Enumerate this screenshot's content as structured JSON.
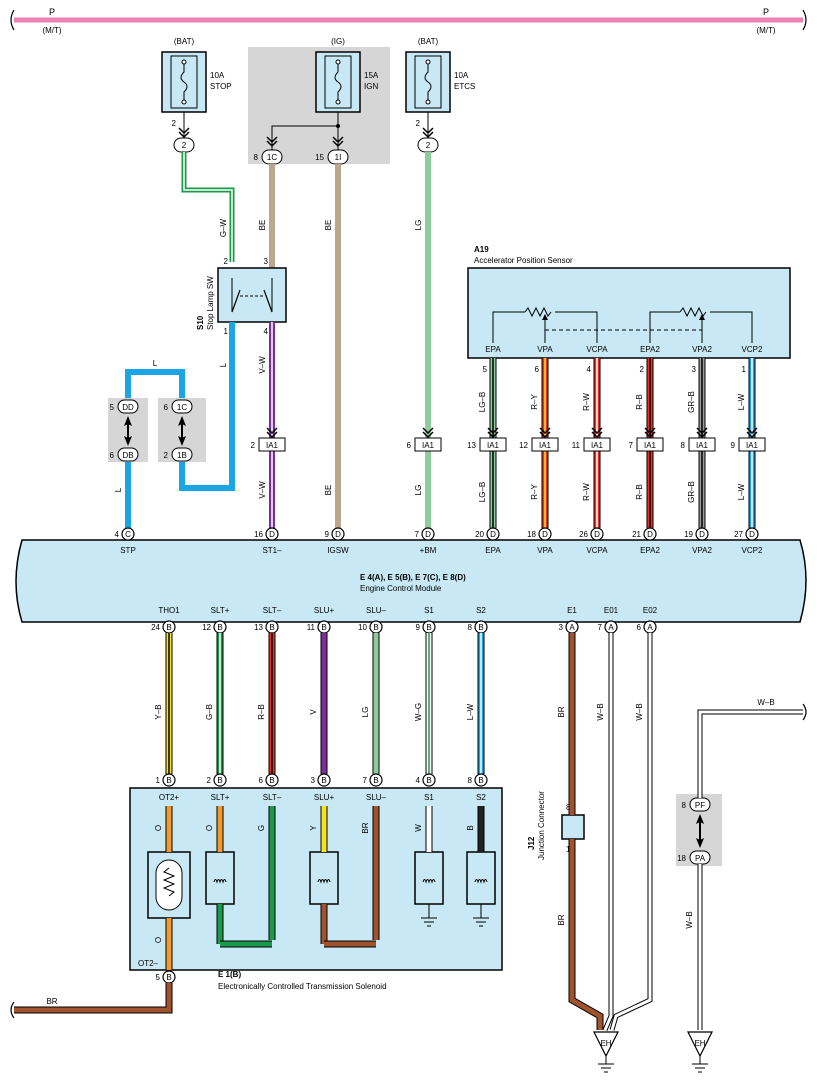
{
  "power_rail": {
    "left_label": "P",
    "left_sub": "(M/T)",
    "right_label": "P",
    "right_sub": "(M/T)",
    "color": "#EE82B4"
  },
  "fuses": [
    {
      "source": "(BAT)",
      "rating": "10A",
      "name": "STOP"
    },
    {
      "source": "(IG)",
      "rating": "15A",
      "name": "IGN"
    },
    {
      "source": "(BAT)",
      "rating": "10A",
      "name": "ETCS"
    }
  ],
  "stop_fuse_pins": {
    "pin": "2",
    "conn": "2"
  },
  "ign_pins": {
    "pin_a": "8",
    "conn_a": "1C",
    "pin_b": "15",
    "conn_b": "1I"
  },
  "etcs_fuse_pins": {
    "pin": "2",
    "conn": "2"
  },
  "stop_lamp_sw": {
    "code": "S10",
    "name": "Stop Lamp SW",
    "pin2": "2",
    "pin3": "3",
    "pin1": "1",
    "pin4": "4"
  },
  "j_connectors": {
    "dd": {
      "pin": "5",
      "code": "DD"
    },
    "db": {
      "pin": "6",
      "code": "DB"
    },
    "c1": {
      "pin": "6",
      "code": "1C"
    },
    "b1": {
      "pin": "2",
      "code": "1B"
    }
  },
  "wire_labels": {
    "gw": "G–W",
    "be1": "BE",
    "be2": "BE",
    "lg1": "LG",
    "l1": "L",
    "l2": "L",
    "l3": "L",
    "vw1": "V–W",
    "vw2": "V–W",
    "be3": "BE",
    "lg2": "LG"
  },
  "ia1_pins": [
    "2",
    "6",
    "13",
    "12",
    "11",
    "7",
    "8",
    "9"
  ],
  "ia1_code": "IA1",
  "sensor": {
    "code": "A19",
    "name": "Accelerator Position Sensor",
    "terminals": [
      "EPA",
      "VPA",
      "VCPA",
      "EPA2",
      "VPA2",
      "VCP2"
    ],
    "pins": [
      "5",
      "6",
      "4",
      "2",
      "3",
      "1"
    ],
    "wires_top": [
      "LG–B",
      "R–Y",
      "R–W",
      "R–B",
      "GR–B",
      "L–W"
    ],
    "wires_bottom": [
      "LG–B",
      "R–Y",
      "R–W",
      "R–B",
      "GR–B",
      "L–W"
    ]
  },
  "ecm": {
    "codes": "E 4(A), E 5(B), E 7(C), E 8(D)",
    "name": "Engine Control Module",
    "top_terminals": [
      {
        "pin": "4",
        "conn": "C",
        "name": "STP"
      },
      {
        "pin": "16",
        "conn": "D",
        "name": "ST1–"
      },
      {
        "pin": "9",
        "conn": "D",
        "name": "IGSW"
      },
      {
        "pin": "7",
        "conn": "D",
        "name": "+BM"
      },
      {
        "pin": "20",
        "conn": "D",
        "name": "EPA"
      },
      {
        "pin": "18",
        "conn": "D",
        "name": "VPA"
      },
      {
        "pin": "26",
        "conn": "D",
        "name": "VCPA"
      },
      {
        "pin": "21",
        "conn": "D",
        "name": "EPA2"
      },
      {
        "pin": "19",
        "conn": "D",
        "name": "VPA2"
      },
      {
        "pin": "27",
        "conn": "D",
        "name": "VCP2"
      }
    ],
    "bottom_terminals": [
      {
        "pin": "24",
        "conn": "B",
        "name": "THO1"
      },
      {
        "pin": "12",
        "conn": "B",
        "name": "SLT+"
      },
      {
        "pin": "13",
        "conn": "B",
        "name": "SLT–"
      },
      {
        "pin": "11",
        "conn": "B",
        "name": "SLU+"
      },
      {
        "pin": "10",
        "conn": "B",
        "name": "SLU–"
      },
      {
        "pin": "9",
        "conn": "B",
        "name": "S1"
      },
      {
        "pin": "8",
        "conn": "B",
        "name": "S2"
      },
      {
        "pin": "3",
        "conn": "A",
        "name": "E1"
      },
      {
        "pin": "7",
        "conn": "A",
        "name": "E01"
      },
      {
        "pin": "6",
        "conn": "A",
        "name": "E02"
      }
    ]
  },
  "mid_wires": [
    "Y–B",
    "G–B",
    "R–B",
    "V",
    "LG",
    "W–G",
    "L–W",
    "BR",
    "W–B",
    "W–B"
  ],
  "solenoid": {
    "code": "E 1(B)",
    "name": "Electronically Controlled Transmission Solenoid",
    "top_terminals": [
      {
        "pin": "1",
        "conn": "B",
        "name": "OT2+"
      },
      {
        "pin": "2",
        "conn": "B",
        "name": "SLT+"
      },
      {
        "pin": "6",
        "conn": "B",
        "name": "SLT–"
      },
      {
        "pin": "3",
        "conn": "B",
        "name": "SLU+"
      },
      {
        "pin": "7",
        "conn": "B",
        "name": "SLU–"
      },
      {
        "pin": "4",
        "conn": "B",
        "name": "S1"
      },
      {
        "pin": "8",
        "conn": "B",
        "name": "S2"
      }
    ],
    "inner_wires": [
      "O",
      "O",
      "G",
      "Y",
      "BR",
      "W",
      "B"
    ],
    "bottom_wire": "O",
    "bottom_terminal": {
      "pin": "5",
      "conn": "B",
      "name": "OT2–"
    },
    "out_wire": "BR"
  },
  "junction": {
    "code": "J12",
    "name": "Junction Connector",
    "pin_top": "8",
    "pin_bottom": "1",
    "wire_bottom": "BR"
  },
  "pf_pa": {
    "pin_pf": "8",
    "code_pf": "PF",
    "pin_pa": "18",
    "code_pa": "PA",
    "wire_top": "W–B",
    "wire_bottom": "W–B"
  },
  "grounds": [
    "EH",
    "EH"
  ]
}
